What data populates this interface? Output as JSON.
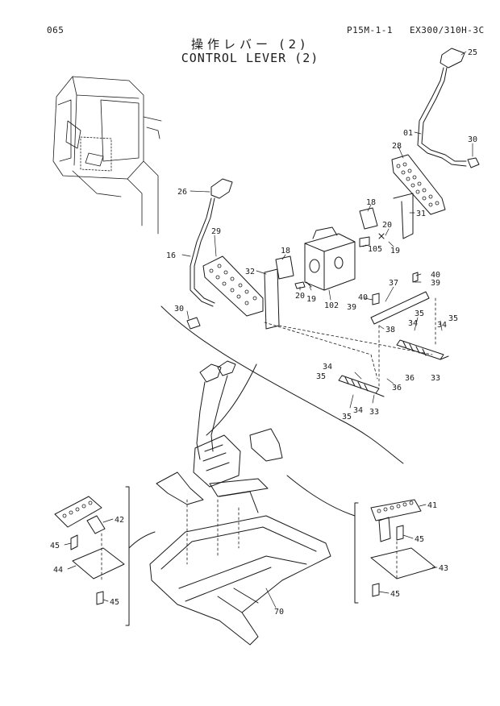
{
  "header": {
    "page_number": "065",
    "figure_code": "P15M-1-1",
    "model": "EX300/310H-3C"
  },
  "title": {
    "japanese": "操作レバー (2)",
    "english": "CONTROL LEVER (2)"
  },
  "callouts": {
    "c25": "25",
    "c01": "01",
    "c30a": "30",
    "c28": "28",
    "c26": "26",
    "c18a": "18",
    "c31": "31",
    "c20a": "20",
    "c19a": "19",
    "c105": "105",
    "c16": "16",
    "c29": "29",
    "c18b": "18",
    "c32": "32",
    "c20b": "20",
    "c19b": "19",
    "c102": "102",
    "c30b": "30",
    "c40a": "40",
    "c39a": "39",
    "c37": "37",
    "c40b": "40",
    "c39b": "39",
    "c38": "38",
    "c35a": "35",
    "c34a": "34",
    "c34b": "34",
    "c35b": "35",
    "c36a": "36",
    "c33a": "33",
    "c34c": "34",
    "c35c": "35",
    "c36b": "36",
    "c34d": "34",
    "c35d": "35",
    "c33b": "33",
    "c42": "42",
    "c45a": "45",
    "c44": "44",
    "c45b": "45",
    "c41": "41",
    "c45c": "45",
    "c43": "43",
    "c45d": "45",
    "c70": "70"
  }
}
